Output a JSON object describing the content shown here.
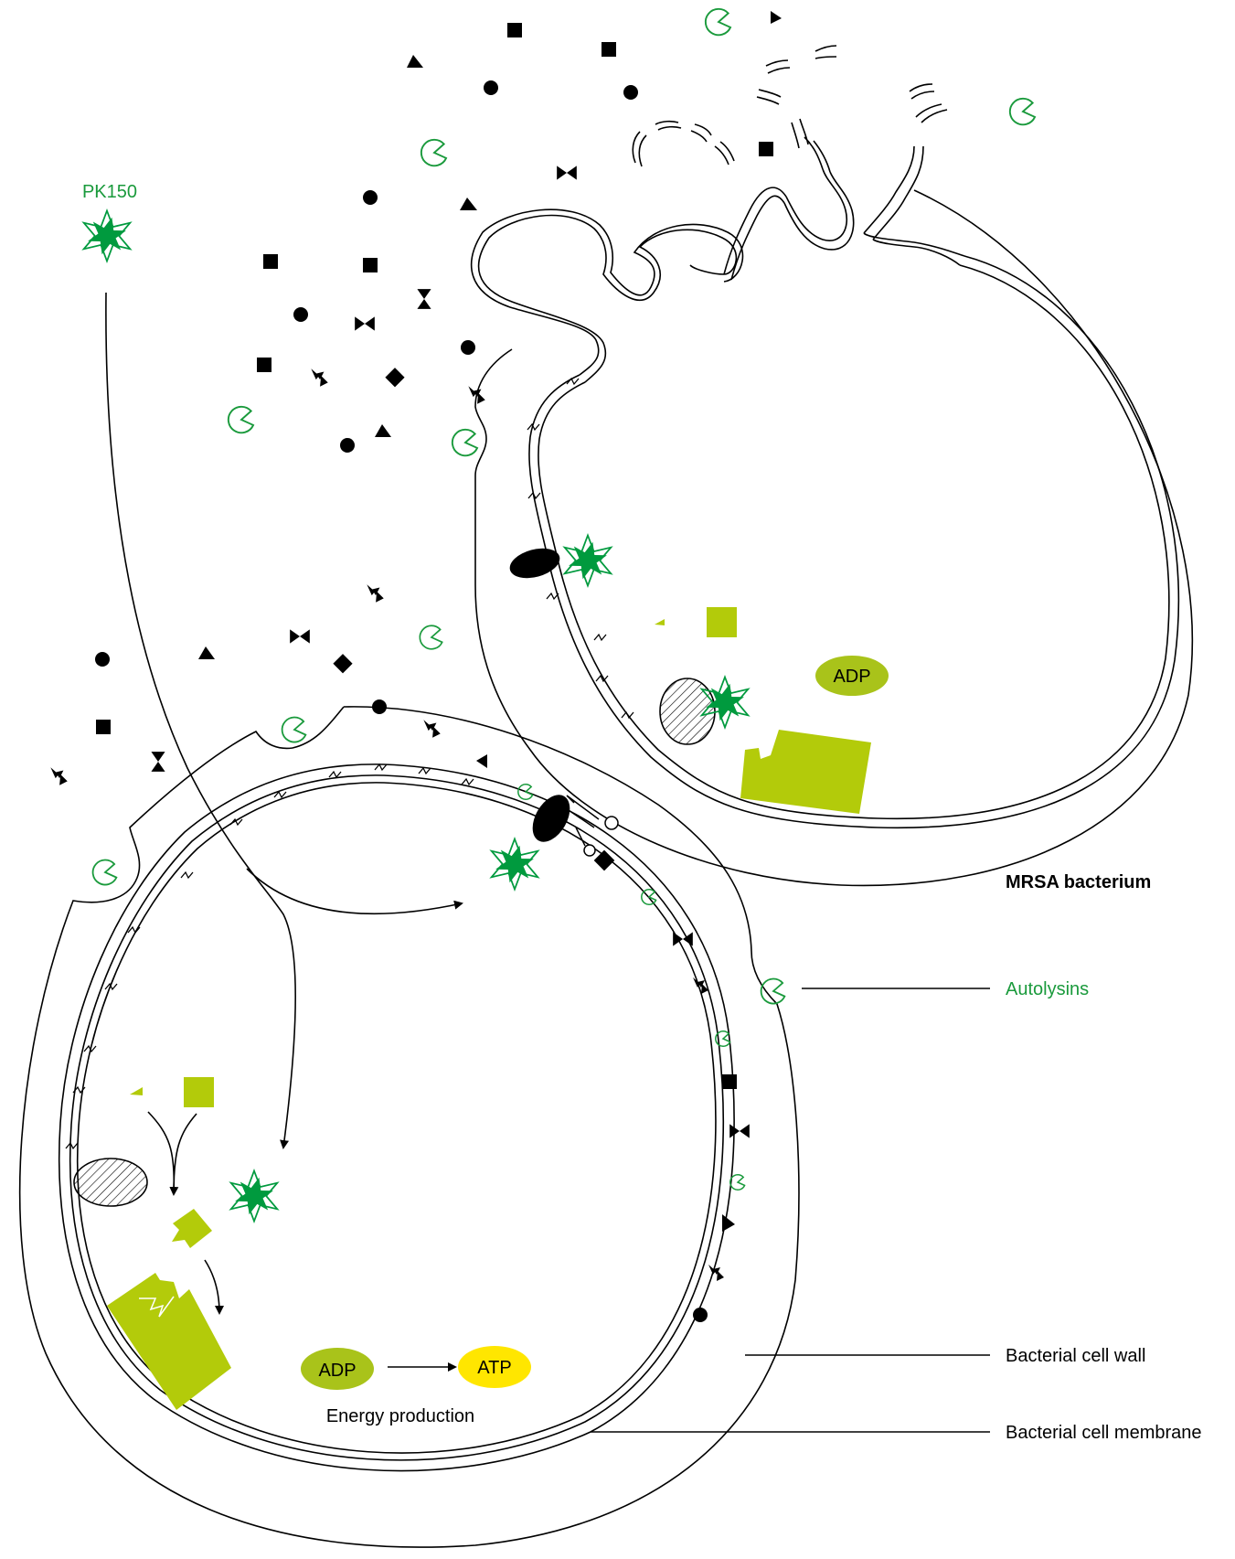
{
  "labels": {
    "pk150": "PK150",
    "mrsa": "MRSA bacterium",
    "autolysins": "Autolysins",
    "cell_wall": "Bacterial cell wall",
    "cell_membrane": "Bacterial cell membrane",
    "energy_production": "Energy production"
  },
  "enzymes": {
    "adp_top": "ADP",
    "adp_bottom": "ADP",
    "atp": "ATP"
  },
  "colors": {
    "pk150_green": "#009a3e",
    "label_green": "#1a9a3c",
    "lime": "#b3cb0a",
    "adp_fill": "#a9c31a",
    "atp_fill": "#ffe600",
    "black": "#000000"
  }
}
